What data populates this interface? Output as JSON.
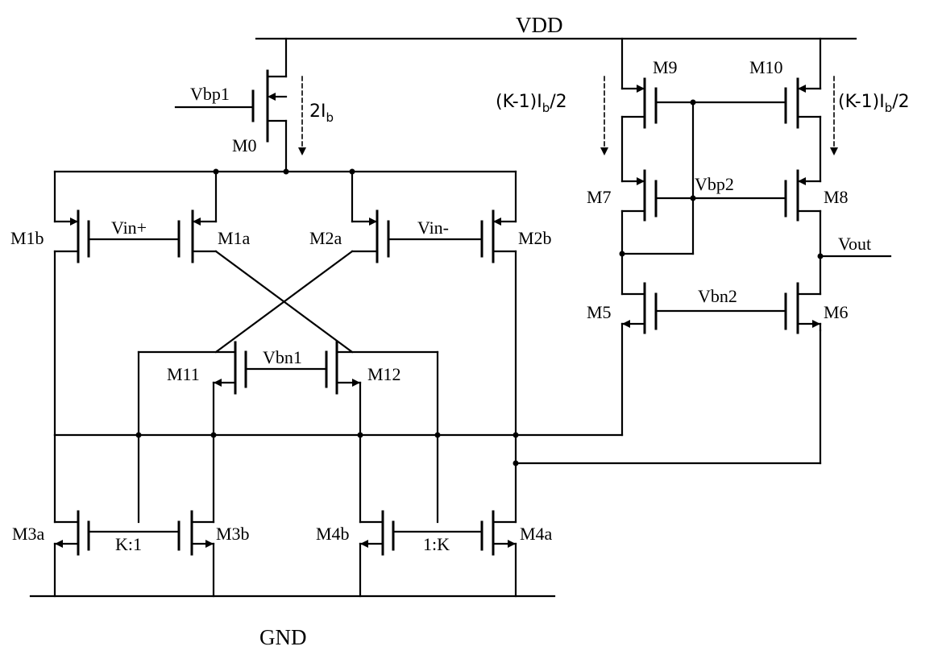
{
  "rails": {
    "vdd": "VDD",
    "gnd": "GND"
  },
  "transistors": {
    "m0": "M0",
    "m1a": "M1a",
    "m1b": "M1b",
    "m2a": "M2a",
    "m2b": "M2b",
    "m3a": "M3a",
    "m3b": "M3b",
    "m4a": "M4a",
    "m4b": "M4b",
    "m5": "M5",
    "m6": "M6",
    "m7": "M7",
    "m8": "M8",
    "m9": "M9",
    "m10": "M10",
    "m11": "M11",
    "m12": "M12"
  },
  "nodes": {
    "vbp1": "Vbp1",
    "vin_plus": "Vin+",
    "vin_minus": "Vin-",
    "vbn1": "Vbn1",
    "vbp2": "Vbp2",
    "vbn2": "Vbn2",
    "vout": "Vout"
  },
  "ratios": {
    "m3": "K:1",
    "m4": "1:K"
  },
  "currents": {
    "tail_num": "2I",
    "tail_sub": "b",
    "branch_pre": "(K-1)I",
    "branch_sub": "b",
    "branch_post": "/2"
  }
}
